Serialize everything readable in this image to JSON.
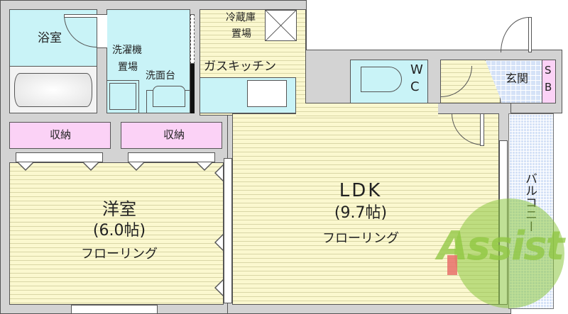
{
  "floorplan": {
    "rooms": {
      "bathroom": {
        "label": "浴室"
      },
      "washer_space": {
        "line1": "洗濯機",
        "line2": "置場"
      },
      "washbasin": {
        "label": "洗面台"
      },
      "fridge_space": {
        "line1": "冷蔵庫",
        "line2": "置場"
      },
      "gas_kitchen": {
        "label": "ガスキッチン"
      },
      "wc": {
        "line1": "W",
        "line2": "C"
      },
      "entrance": {
        "label": "玄関"
      },
      "shoe_box": {
        "line1": "S",
        "line2": "B"
      },
      "storage_left": {
        "label": "収納"
      },
      "storage_right": {
        "label": "収納"
      },
      "western_room": {
        "name": "洋室",
        "size": "(6.0帖)",
        "floor": "フローリング"
      },
      "ldk": {
        "name": "LDK",
        "size": "(9.7帖)",
        "floor": "フローリング"
      },
      "balcony": {
        "label": "バルコニー"
      }
    },
    "watermark": {
      "text": "Assist",
      "color": "#8dc63f",
      "accent": "#e8706a"
    },
    "colors": {
      "wall": "#d3d3d3",
      "wet_area": "#c9f3f7",
      "flooring": "#fbf8cf",
      "storage": "#fbd2f6",
      "tile": "#d5e2f7"
    }
  }
}
